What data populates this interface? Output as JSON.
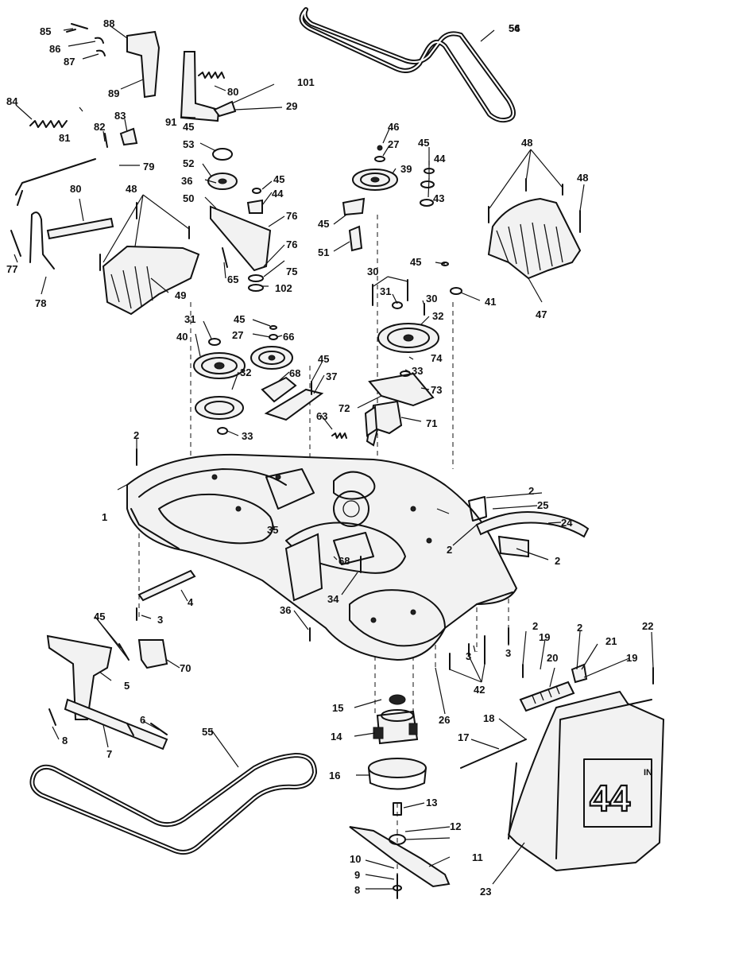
{
  "diagram": {
    "decal_text": "44",
    "decal_superscript": "IN",
    "callouts": [
      {
        "id": "c1",
        "text": "1"
      },
      {
        "id": "c2a",
        "text": "2"
      },
      {
        "id": "c2b",
        "text": "2"
      },
      {
        "id": "c2c",
        "text": "2"
      },
      {
        "id": "c2d",
        "text": "2"
      },
      {
        "id": "c2e",
        "text": "2"
      },
      {
        "id": "c2f",
        "text": "2"
      },
      {
        "id": "c3a",
        "text": "3"
      },
      {
        "id": "c3b",
        "text": "3"
      },
      {
        "id": "c3c",
        "text": "3"
      },
      {
        "id": "c4",
        "text": "4"
      },
      {
        "id": "c5",
        "text": "5"
      },
      {
        "id": "c6",
        "text": "6"
      },
      {
        "id": "c7",
        "text": "7"
      },
      {
        "id": "c8a",
        "text": "8"
      },
      {
        "id": "c8b",
        "text": "8"
      },
      {
        "id": "c9",
        "text": "9"
      },
      {
        "id": "c10",
        "text": "10"
      },
      {
        "id": "c11",
        "text": "11"
      },
      {
        "id": "c12",
        "text": "12"
      },
      {
        "id": "c13",
        "text": "13"
      },
      {
        "id": "c14",
        "text": "14"
      },
      {
        "id": "c15",
        "text": "15"
      },
      {
        "id": "c16",
        "text": "16"
      },
      {
        "id": "c17",
        "text": "17"
      },
      {
        "id": "c18",
        "text": "18"
      },
      {
        "id": "c19a",
        "text": "19"
      },
      {
        "id": "c19b",
        "text": "19"
      },
      {
        "id": "c20",
        "text": "20"
      },
      {
        "id": "c21",
        "text": "21"
      },
      {
        "id": "c22",
        "text": "22"
      },
      {
        "id": "c23",
        "text": "23"
      },
      {
        "id": "c24",
        "text": "24"
      },
      {
        "id": "c25",
        "text": "25"
      },
      {
        "id": "c26",
        "text": "26"
      },
      {
        "id": "c27a",
        "text": "27"
      },
      {
        "id": "c27b",
        "text": "27"
      },
      {
        "id": "c29",
        "text": "29"
      },
      {
        "id": "c30a",
        "text": "30"
      },
      {
        "id": "c30b",
        "text": "30"
      },
      {
        "id": "c31a",
        "text": "31"
      },
      {
        "id": "c31b",
        "text": "31"
      },
      {
        "id": "c32a",
        "text": "32"
      },
      {
        "id": "c32b",
        "text": "32"
      },
      {
        "id": "c33a",
        "text": "33"
      },
      {
        "id": "c33b",
        "text": "33"
      },
      {
        "id": "c34",
        "text": "34"
      },
      {
        "id": "c35",
        "text": "35"
      },
      {
        "id": "c36a",
        "text": "36"
      },
      {
        "id": "c36b",
        "text": "36"
      },
      {
        "id": "c37",
        "text": "37"
      },
      {
        "id": "c39",
        "text": "39"
      },
      {
        "id": "c40",
        "text": "40"
      },
      {
        "id": "c41",
        "text": "41"
      },
      {
        "id": "c42",
        "text": "42"
      },
      {
        "id": "c43",
        "text": "43"
      },
      {
        "id": "c44a",
        "text": "44"
      },
      {
        "id": "c44b",
        "text": "44"
      },
      {
        "id": "c45a",
        "text": "45"
      },
      {
        "id": "c45b",
        "text": "45"
      },
      {
        "id": "c45c",
        "text": "45"
      },
      {
        "id": "c45d",
        "text": "45"
      },
      {
        "id": "c45e",
        "text": "45"
      },
      {
        "id": "c45f",
        "text": "45"
      },
      {
        "id": "c45g",
        "text": "45"
      },
      {
        "id": "c45h",
        "text": "45"
      },
      {
        "id": "c46",
        "text": "46"
      },
      {
        "id": "c47",
        "text": "47"
      },
      {
        "id": "c48a",
        "text": "48"
      },
      {
        "id": "c48b",
        "text": "48"
      },
      {
        "id": "c48c",
        "text": "48"
      },
      {
        "id": "c49",
        "text": "49"
      },
      {
        "id": "c50",
        "text": "50"
      },
      {
        "id": "c51",
        "text": "51"
      },
      {
        "id": "c52",
        "text": "52"
      },
      {
        "id": "c53",
        "text": "53"
      },
      {
        "id": "c54",
        "text": "54"
      },
      {
        "id": "c55",
        "text": "55"
      },
      {
        "id": "c56",
        "text": "56"
      },
      {
        "id": "c63",
        "text": "63"
      },
      {
        "id": "c65",
        "text": "65"
      },
      {
        "id": "c66",
        "text": "66"
      },
      {
        "id": "c68a",
        "text": "68"
      },
      {
        "id": "c68b",
        "text": "68"
      },
      {
        "id": "c70",
        "text": "70"
      },
      {
        "id": "c71",
        "text": "71"
      },
      {
        "id": "c72",
        "text": "72"
      },
      {
        "id": "c73",
        "text": "73"
      },
      {
        "id": "c74",
        "text": "74"
      },
      {
        "id": "c75",
        "text": "75"
      },
      {
        "id": "c76a",
        "text": "76"
      },
      {
        "id": "c76b",
        "text": "76"
      },
      {
        "id": "c77",
        "text": "77"
      },
      {
        "id": "c78",
        "text": "78"
      },
      {
        "id": "c79",
        "text": "79"
      },
      {
        "id": "c80a",
        "text": "80"
      },
      {
        "id": "c80b",
        "text": "80"
      },
      {
        "id": "c81",
        "text": "81"
      },
      {
        "id": "c82",
        "text": "82"
      },
      {
        "id": "c83",
        "text": "83"
      },
      {
        "id": "c84",
        "text": "84"
      },
      {
        "id": "c85",
        "text": "85"
      },
      {
        "id": "c86",
        "text": "86"
      },
      {
        "id": "c87",
        "text": "87"
      },
      {
        "id": "c88",
        "text": "88"
      },
      {
        "id": "c89",
        "text": "89"
      },
      {
        "id": "c91",
        "text": "91"
      },
      {
        "id": "c101",
        "text": "101"
      },
      {
        "id": "c102",
        "text": "102"
      }
    ]
  }
}
